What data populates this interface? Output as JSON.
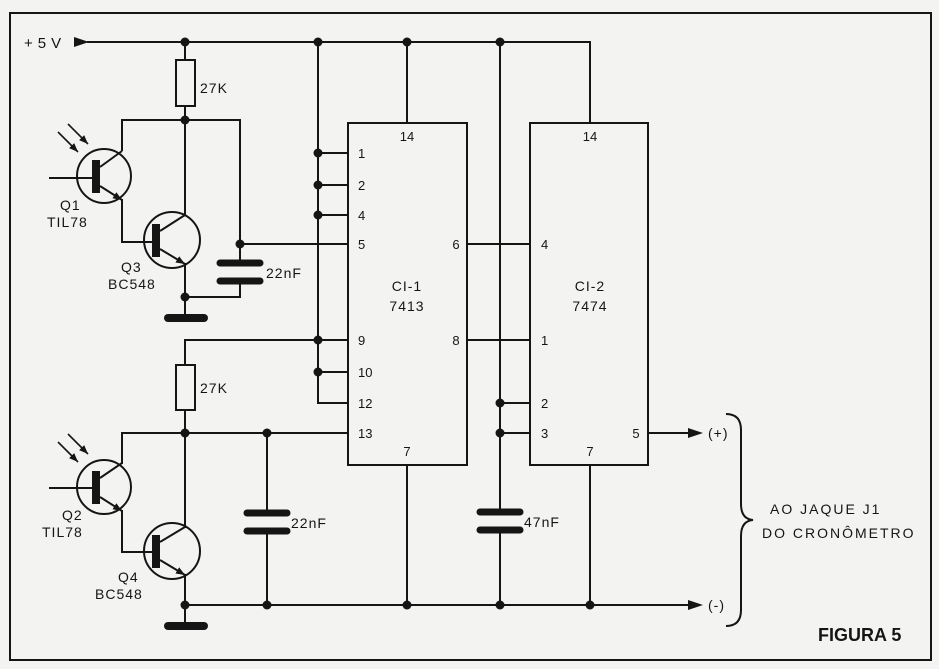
{
  "supply": {
    "label": "+5V"
  },
  "resistors": [
    {
      "value": "27K"
    },
    {
      "value": "27K"
    }
  ],
  "capacitors": [
    {
      "value": "22nF"
    },
    {
      "value": "22nF"
    },
    {
      "value": "47nF"
    }
  ],
  "transistors": {
    "q1": {
      "ref": "Q1",
      "part": "TIL78"
    },
    "q3": {
      "ref": "Q3",
      "part": "BC548"
    },
    "q2": {
      "ref": "Q2",
      "part": "TIL78"
    },
    "q4": {
      "ref": "Q4",
      "part": "BC548"
    }
  },
  "ic1": {
    "ref": "CI-1",
    "part": "7413",
    "pin_top": "14",
    "pins_left": [
      "1",
      "2",
      "4",
      "5",
      "9",
      "10",
      "12",
      "13"
    ],
    "pins_right": [
      "6",
      "8"
    ],
    "pin_bottom": "7"
  },
  "ic2": {
    "ref": "CI-2",
    "part": "7474",
    "pin_top": "14",
    "pins_left": [
      "4",
      "1",
      "2",
      "3"
    ],
    "pins_right": [
      "5"
    ],
    "pin_bottom": "7"
  },
  "outputs": {
    "positive": "(+)",
    "negative": "(-)"
  },
  "connector_note": {
    "line1": "AO JAQUE J1",
    "line2": "DO CRONÔMETRO"
  },
  "figure_label": "FIGURA 5"
}
